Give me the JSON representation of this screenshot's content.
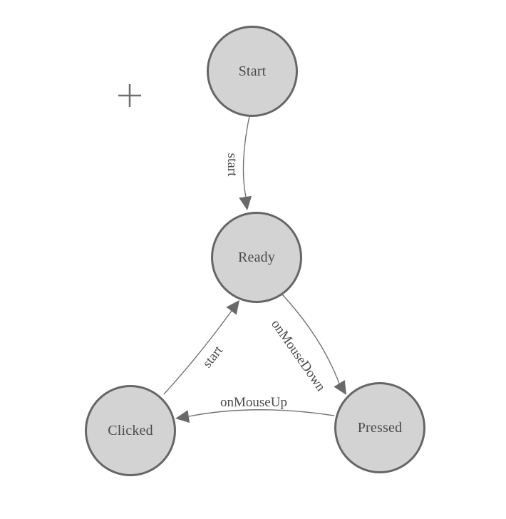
{
  "diagram": {
    "type": "state-machine",
    "background_color": "#ffffff",
    "node_fill_color": "#d3d3d3",
    "node_border_color": "#666666",
    "edge_line_color": "#737373",
    "arrowhead_color": "#696969",
    "text_color": "#4b4b50",
    "nodes": [
      {
        "id": "start",
        "label": "Start"
      },
      {
        "id": "ready",
        "label": "Ready"
      },
      {
        "id": "clicked",
        "label": "Clicked"
      },
      {
        "id": "pressed",
        "label": "Pressed"
      }
    ],
    "edges": [
      {
        "from": "Start",
        "to": "Ready",
        "label": "start"
      },
      {
        "from": "Ready",
        "to": "Pressed",
        "label": "onMouseDown"
      },
      {
        "from": "Pressed",
        "to": "Clicked",
        "label": "onMouseUp"
      },
      {
        "from": "Clicked",
        "to": "Ready",
        "label": "start"
      }
    ],
    "icons": [
      {
        "name": "plus-icon",
        "glyph": "+",
        "color": "#6e6e6e"
      }
    ]
  }
}
